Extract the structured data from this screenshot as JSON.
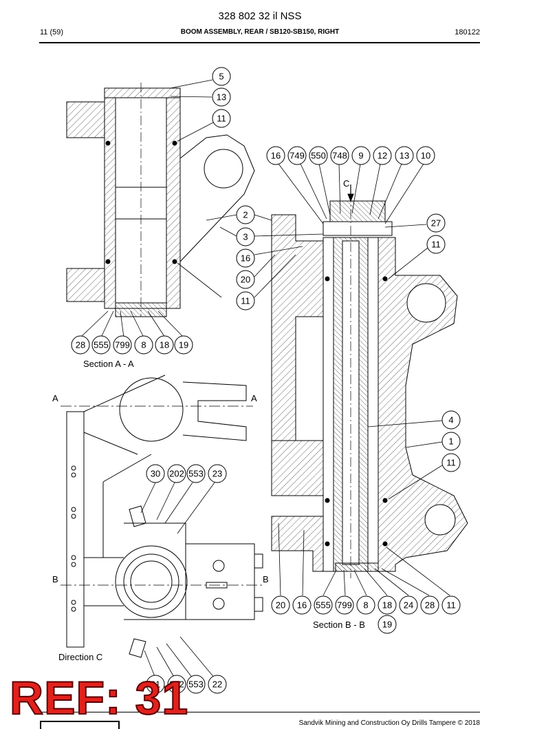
{
  "header": {
    "doc_number": "328 802 32 il NSS",
    "page": "11 (59)",
    "title": "BOOM ASSEMBLY, REAR / SB120-SB150, RIGHT",
    "date": "180122"
  },
  "captions": {
    "section_aa": "Section A - A",
    "section_bb": "Section B - B",
    "direction_c": "Direction C",
    "section_mark_a": "A",
    "section_mark_b": "B",
    "view_mark_c": "C"
  },
  "balloons": {
    "top_5": "5",
    "top_13": "13",
    "top_11": "11",
    "aa_28": "28",
    "aa_555": "555",
    "aa_799": "799",
    "aa_8": "8",
    "aa_18": "18",
    "aa_19": "19",
    "mid_2": "2",
    "mid_3": "3",
    "mid_16": "16",
    "mid_20": "20",
    "mid_11": "11",
    "bb_16": "16",
    "bb_749": "749",
    "bb_550": "550",
    "bb_748": "748",
    "bb_9": "9",
    "bb_12": "12",
    "bb_13": "13",
    "bb_10": "10",
    "bb_27": "27",
    "bb_11a": "11",
    "bb_4": "4",
    "bb_1": "1",
    "bb_11b": "11",
    "bot_20": "20",
    "bot_16": "16",
    "bot_555": "555",
    "bot_799": "799",
    "bot_8": "8",
    "bot_18": "18",
    "bot_24": "24",
    "bot_28": "28",
    "bot_11": "11",
    "bot_19": "19",
    "dc_30": "30",
    "dc_202": "202",
    "dc_553": "553",
    "dc_23": "23",
    "dc_31": "31",
    "dc_202b": "202",
    "dc_553b": "553",
    "dc_22": "22"
  },
  "footer": {
    "copyright": "Sandvik Mining and Construction Oy Drills Tampere © 2018",
    "ref_stamp": "REF: 31"
  }
}
